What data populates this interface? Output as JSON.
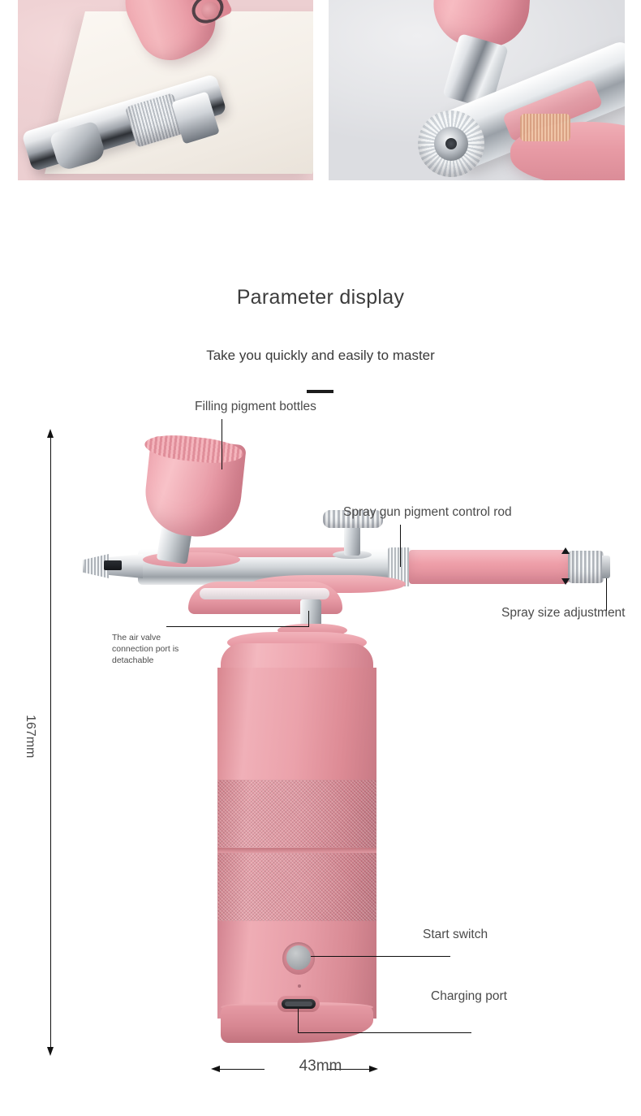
{
  "photos": {
    "left": {
      "alt": "airbrush nozzle and pigment bottle on white surface"
    },
    "right": {
      "alt": "airbrush gun chrome connector close-up on pink stand"
    }
  },
  "headings": {
    "title": "Parameter display",
    "subtitle": "Take you quickly and easily to master"
  },
  "callouts": {
    "filling_pigment_bottles": "Filling pigment bottles",
    "spray_gun_pigment_control_rod": "Spray gun pigment control rod",
    "spray_size_adjustment": "Spray size adjustment",
    "air_valve_note": "The air valve connection port is detachable",
    "start_switch": "Start switch",
    "charging_port": "Charging port"
  },
  "dimensions": {
    "height": "167mm",
    "width": "43mm"
  },
  "colors": {
    "pink_primary": "#e8a3ac",
    "pink_deep": "#d8868f",
    "chrome": "#cfd3d7",
    "text_dark": "#3c3c3c",
    "text_body": "#4a4a4a",
    "line": "#0f0f0f"
  }
}
